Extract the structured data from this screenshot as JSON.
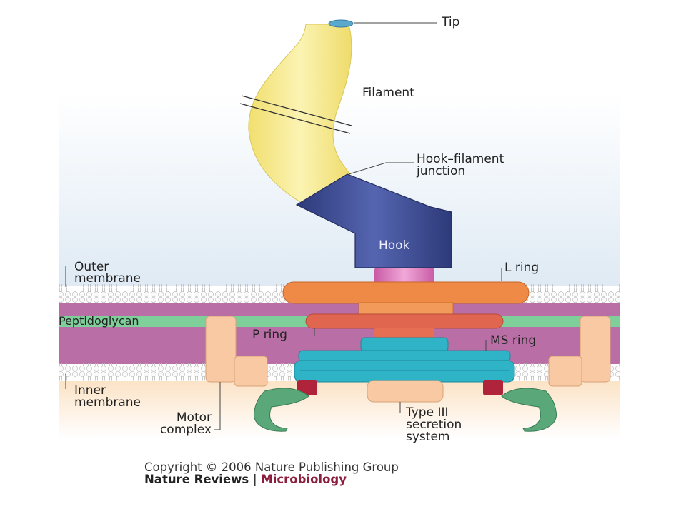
{
  "labels": {
    "tip": "Tip",
    "filament": "Filament",
    "hook_filament_junction_line1": "Hook–filament",
    "hook_filament_junction_line2": "junction",
    "hook": "Hook",
    "l_ring": "L ring",
    "outer_membrane_line1": "Outer",
    "outer_membrane_line2": "membrane",
    "peptidoglycan": "Peptidoglycan",
    "p_ring": "P ring",
    "ms_ring": "MS ring",
    "inner_membrane_line1": "Inner",
    "inner_membrane_line2": "membrane",
    "motor_complex_line1": "Motor",
    "motor_complex_line2": "complex",
    "type3_line1": "Type III",
    "type3_line2": "secretion",
    "type3_line3": "system"
  },
  "footer": {
    "copyright": "Copyright © 2006 Nature Publishing Group",
    "journal": "Nature Reviews",
    "separator": "|",
    "section": "Microbiology"
  },
  "colors": {
    "filament": "#f7ec9a",
    "hook": "#3b4a8c",
    "l_ring": "#ee8a46",
    "p_ring": "#e0664f",
    "ms_ring": "#2fb3c7",
    "motor": "#f8c9a3",
    "peptidoglycan": "#7fcf9a",
    "periplasm": "#b96fa6",
    "cytoplasm": "#fbe7cc",
    "extracellular": "#e8f1f8",
    "section_brand": "#8b1e3f"
  }
}
